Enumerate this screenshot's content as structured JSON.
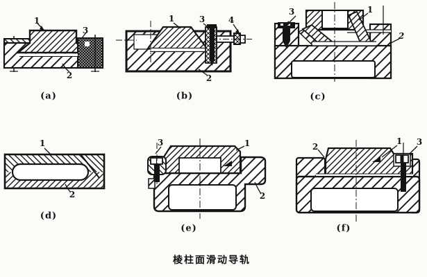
{
  "title": "棱柱面滑动导轨",
  "colors": {
    "ink": "#141414",
    "paper": "#fbfbf8"
  },
  "figures": {
    "a": {
      "caption": "(a)",
      "labels": {
        "n1": "1",
        "n2": "2",
        "n3": "3"
      }
    },
    "b": {
      "caption": "(b)",
      "labels": {
        "n1": "1",
        "n2": "2",
        "n3": "3",
        "n4": "4"
      }
    },
    "c": {
      "caption": "(c)",
      "labels": {
        "n1": "1",
        "n2": "2",
        "n3": "3"
      }
    },
    "d": {
      "caption": "(d)",
      "labels": {
        "n1": "1",
        "n2": "2"
      }
    },
    "e": {
      "caption": "(e)",
      "labels": {
        "n1": "1",
        "n2": "2",
        "n3": "3"
      }
    },
    "f": {
      "caption": "(f)",
      "labels": {
        "n1": "1",
        "n2": "2",
        "n3": "3"
      }
    }
  }
}
